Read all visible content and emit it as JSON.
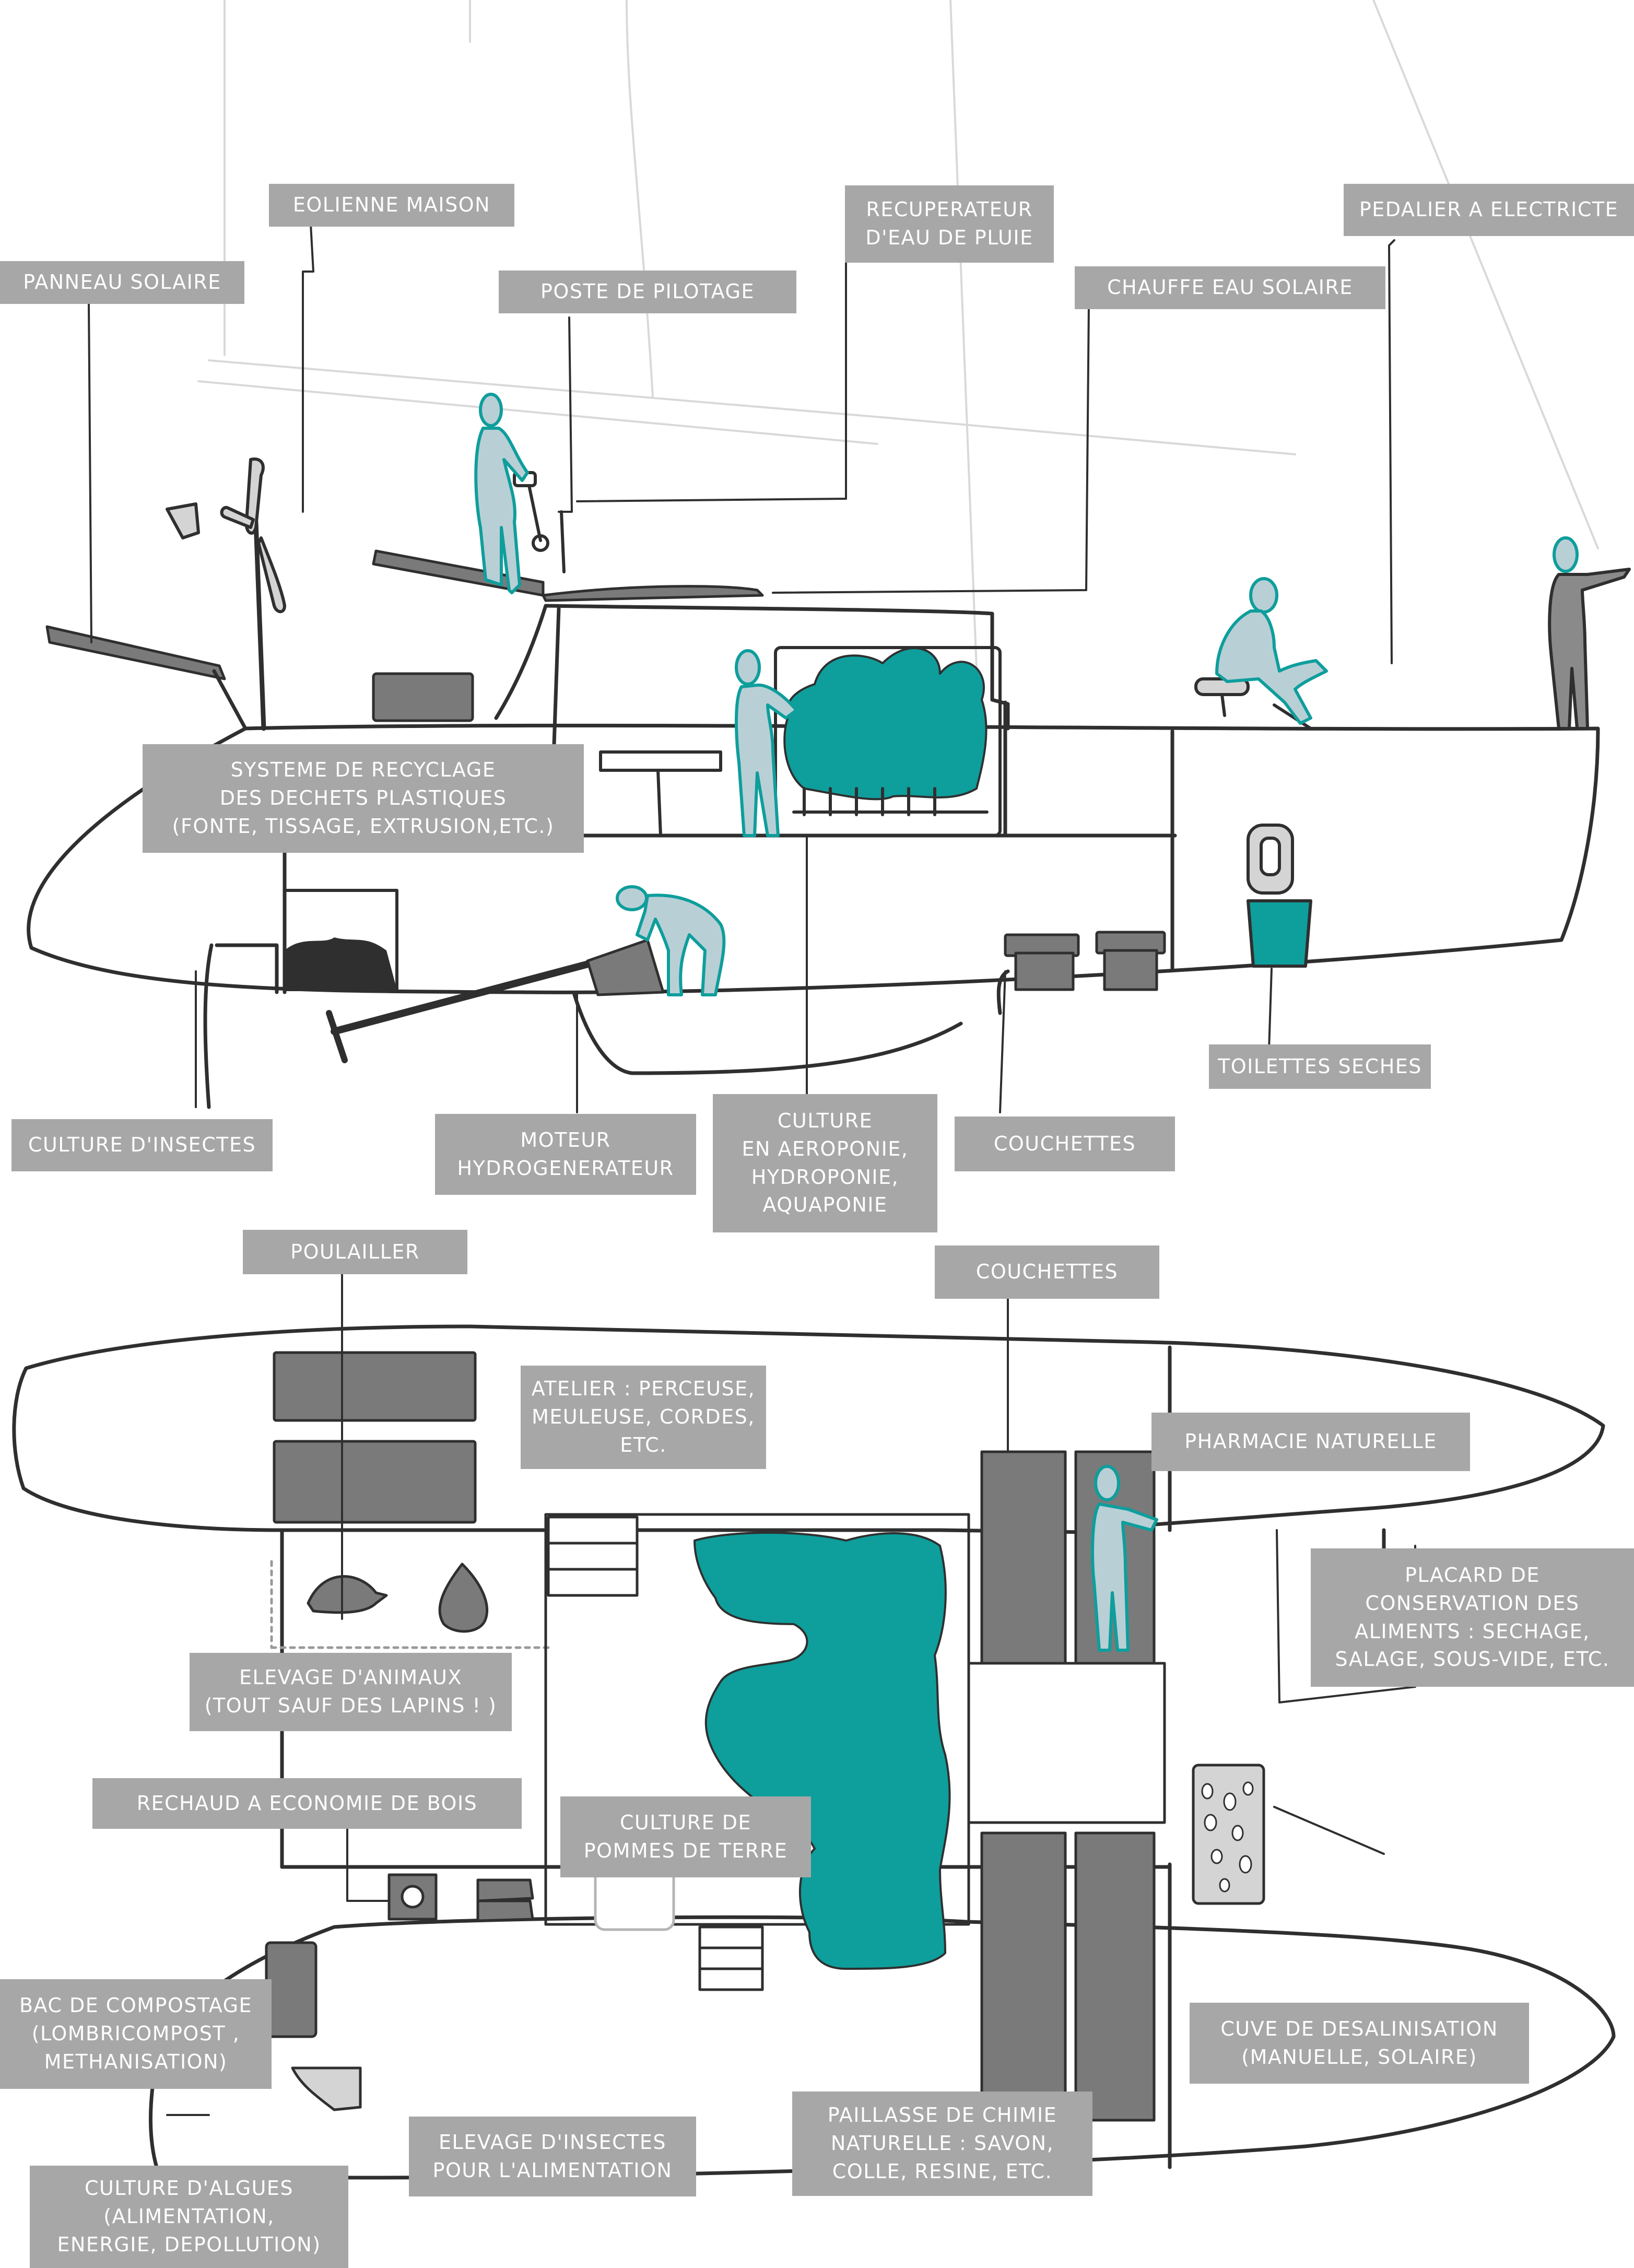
{
  "colors": {
    "accent": "#0e9e9c",
    "accent_light": "#b9cfd6",
    "dark_gray": "#808080",
    "label_bg": "#a7a7a8",
    "line": "#2f2f2f"
  },
  "labels": {
    "panneau_solaire": "PANNEAU SOLAIRE",
    "eolienne_maison": "EOLIENNE MAISON",
    "poste_de_pilotage": "POSTE DE PILOTAGE",
    "recuperateur_eau": "RECUPERATEUR\nD'EAU DE PLUIE",
    "chauffe_eau": "CHAUFFE EAU SOLAIRE",
    "pedalier": "PEDALIER A ELECTRICTE",
    "recyclage": "SYSTEME DE RECYCLAGE\nDES DECHETS PLASTIQUES\n(FONTE, TISSAGE, EXTRUSION,ETC.)",
    "toilettes": "TOILETTES SECHES",
    "culture_insectes": "CULTURE D'INSECTES",
    "moteur": "MOTEUR\nHYDROGENERATEUR",
    "culture_aero": "CULTURE\nEN AEROPONIE,\nHYDROPONIE,\nAQUAPONIE",
    "couchettes_top": "COUCHETTES",
    "poulailler": "POULAILLER",
    "couchettes_plan": "COUCHETTES",
    "atelier": "ATELIER : PERCEUSE,\nMEULEUSE, CORDES,\nETC.",
    "pharmacie": "PHARMACIE NATURELLE",
    "placard": "PLACARD DE\nCONSERVATION DES\nALIMENTS : SECHAGE,\nSALAGE, SOUS-VIDE, ETC.",
    "elevage_animaux": "ELEVAGE D'ANIMAUX\n(TOUT SAUF DES LAPINS ! )",
    "rechaud": "RECHAUD A ECONOMIE DE BOIS",
    "pommes": "CULTURE DE\nPOMMES DE TERRE",
    "compostage": "BAC DE COMPOSTAGE\n(LOMBRICOMPOST ,\nMETHANISATION)",
    "desalinisation": "CUVE DE DESALINISATION\n(MANUELLE, SOLAIRE)",
    "paillasse": "PAILLASSE DE CHIMIE\nNATURELLE : SAVON,\nCOLLE, RESINE, ETC.",
    "elevage_insectes": "ELEVAGE D'INSECTES\nPOUR L'ALIMENTATION",
    "algues": "CULTURE D'ALGUES\n(ALIMENTATION,\nENERGIE, DEPOLLUTION)"
  }
}
